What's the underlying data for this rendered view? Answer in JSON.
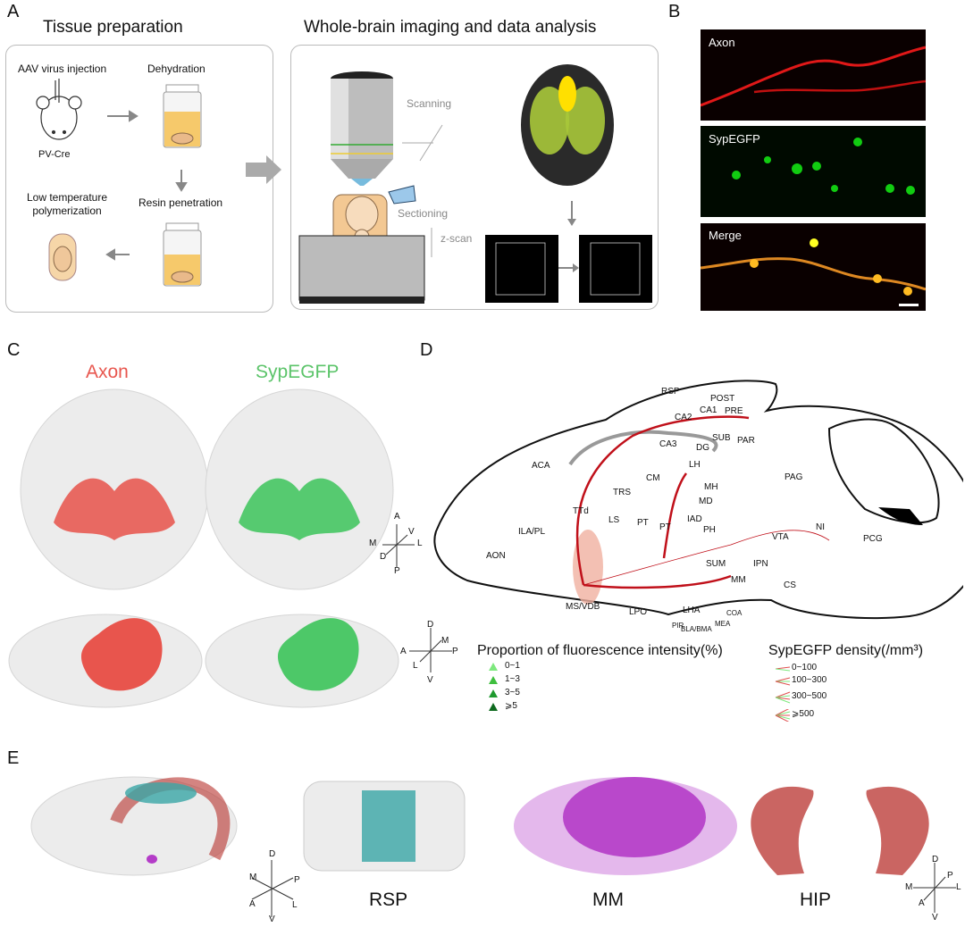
{
  "panels": {
    "a": "A",
    "b": "B",
    "c": "C",
    "d": "D",
    "e": "E"
  },
  "panelA": {
    "left_title": "Tissue preparation",
    "right_title": "Whole-brain imaging and data analysis",
    "aav": "AAV virus injection",
    "pvcre": "PV-Cre",
    "dehydration": "Dehydration",
    "resin": "Resin penetration",
    "lowtemp1": "Low temperature",
    "lowtemp2": "polymerization",
    "scanning": "Scanning",
    "sectioning": "Sectioning",
    "zscan": "z-scan"
  },
  "panelB": {
    "axon": "Axon",
    "syp": "SypEGFP",
    "merge": "Merge"
  },
  "panelC": {
    "axon": "Axon",
    "syp": "SypEGFP",
    "axis_top": {
      "a": "A",
      "v": "V",
      "m": "M",
      "l": "L",
      "d": "D",
      "p": "P"
    },
    "axis_bottom": {
      "d": "D",
      "m": "M",
      "a": "A",
      "p": "P",
      "l": "L",
      "v": "V"
    }
  },
  "panelD": {
    "regions": [
      "RSP",
      "POST",
      "CA1",
      "PRE",
      "CA2",
      "SUB",
      "PAR",
      "CA3",
      "DG",
      "LH",
      "ACA",
      "CM",
      "MH",
      "TRS",
      "MD",
      "PAG",
      "TTd",
      "LS",
      "PT",
      "IAD",
      "PT",
      "ILA/PL",
      "PH",
      "VTA",
      "NI",
      "PCG",
      "AON",
      "SUM",
      "IPN",
      "CS",
      "MM",
      "MS/VDB",
      "LPO",
      "LHA",
      "COA",
      "PIR",
      "BLA/BMA",
      "MEA"
    ],
    "legend1_title": "Proportion of fluorescence intensity(%)",
    "legend1": [
      "0~1",
      "1~3",
      "3~5",
      "⩾5"
    ],
    "legend1_colors": [
      "#7ee87e",
      "#3fbf3f",
      "#1f9a2f",
      "#0f6a1f"
    ],
    "legend2_title": "SypEGFP density(/mm³)",
    "legend2": [
      "0~100",
      "100~300",
      "300~500",
      "⩾500"
    ]
  },
  "panelE": {
    "labels": [
      "RSP",
      "MM",
      "HIP"
    ],
    "axis_left": {
      "d": "D",
      "m": "M",
      "p": "P",
      "a": "A",
      "l": "L",
      "v": "V"
    },
    "axis_right": {
      "d": "D",
      "p": "P",
      "m": "M",
      "l": "L",
      "a": "A",
      "v": "V"
    }
  },
  "colors": {
    "axon": "#e8453c",
    "syp": "#3cc45a",
    "rsp": "#3aa6a6",
    "mm": "#b43cc8",
    "hip": "#b8322d"
  }
}
